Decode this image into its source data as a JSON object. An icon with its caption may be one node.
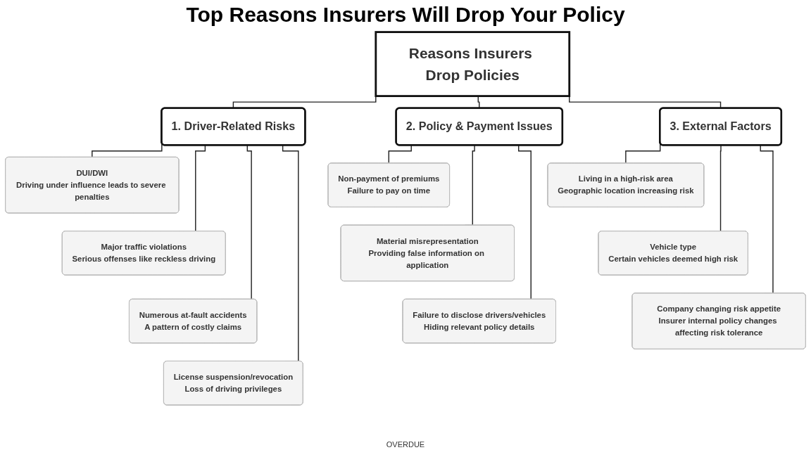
{
  "diagram": {
    "title": "Top Reasons Insurers Will Drop Your Policy",
    "nodes": [
      {
        "text": [
          "Reasons Insurers Drop Policies"
        ]
      },
      {
        "text": [
          "1. Driver-Related Risks"
        ]
      },
      {
        "text": [
          "DUI/DWI",
          "Driving under influence leads to severe penalties"
        ]
      },
      {
        "text": [
          "Major traffic violations",
          "Serious offenses like reckless driving"
        ]
      },
      {
        "text": [
          "Numerous at-fault accidents",
          "A pattern of costly claims"
        ]
      },
      {
        "text": [
          "License suspension/revocation",
          "Loss of driving privileges"
        ]
      },
      {
        "text": [
          "2. Policy & Payment Issues"
        ]
      },
      {
        "text": [
          "Non-payment of premiums",
          "Failure to pay on time"
        ]
      },
      {
        "text": [
          "Material misrepresentation",
          "Providing false information on application"
        ]
      },
      {
        "text": [
          "Failure to disclose drivers/vehicles",
          "Hiding relevant policy details"
        ]
      },
      {
        "text": [
          "3. External Factors"
        ]
      },
      {
        "text": [
          "Living in a high-risk area",
          "Geographic location increasing risk"
        ]
      },
      {
        "text": [
          "Vehicle type",
          "Certain vehicles deemed high risk"
        ]
      },
      {
        "text": [
          "Company changing risk appetite",
          "Insurer internal policy changes affecting risk tolerance"
        ]
      }
    ],
    "edges": [
      {
        "from": 0,
        "to": 1,
        "arrow": "none"
      },
      {
        "from": 0,
        "to": 6,
        "arrow": "none"
      },
      {
        "from": 0,
        "to": 10,
        "arrow": "none"
      },
      {
        "from": 1,
        "to": 2,
        "arrow": "none"
      },
      {
        "from": 1,
        "to": 3,
        "arrow": "none"
      },
      {
        "from": 1,
        "to": 4,
        "arrow": "none"
      },
      {
        "from": 1,
        "to": 5,
        "arrow": "none"
      },
      {
        "from": 6,
        "to": 7,
        "arrow": "none"
      },
      {
        "from": 6,
        "to": 8,
        "arrow": "none"
      },
      {
        "from": 6,
        "to": 9,
        "arrow": "none"
      },
      {
        "from": 10,
        "to": 11,
        "arrow": "none"
      },
      {
        "from": 10,
        "to": 12,
        "arrow": "none"
      },
      {
        "from": 10,
        "to": 13,
        "arrow": "none"
      }
    ],
    "labels": [
      "OVERDUE"
    ]
  }
}
